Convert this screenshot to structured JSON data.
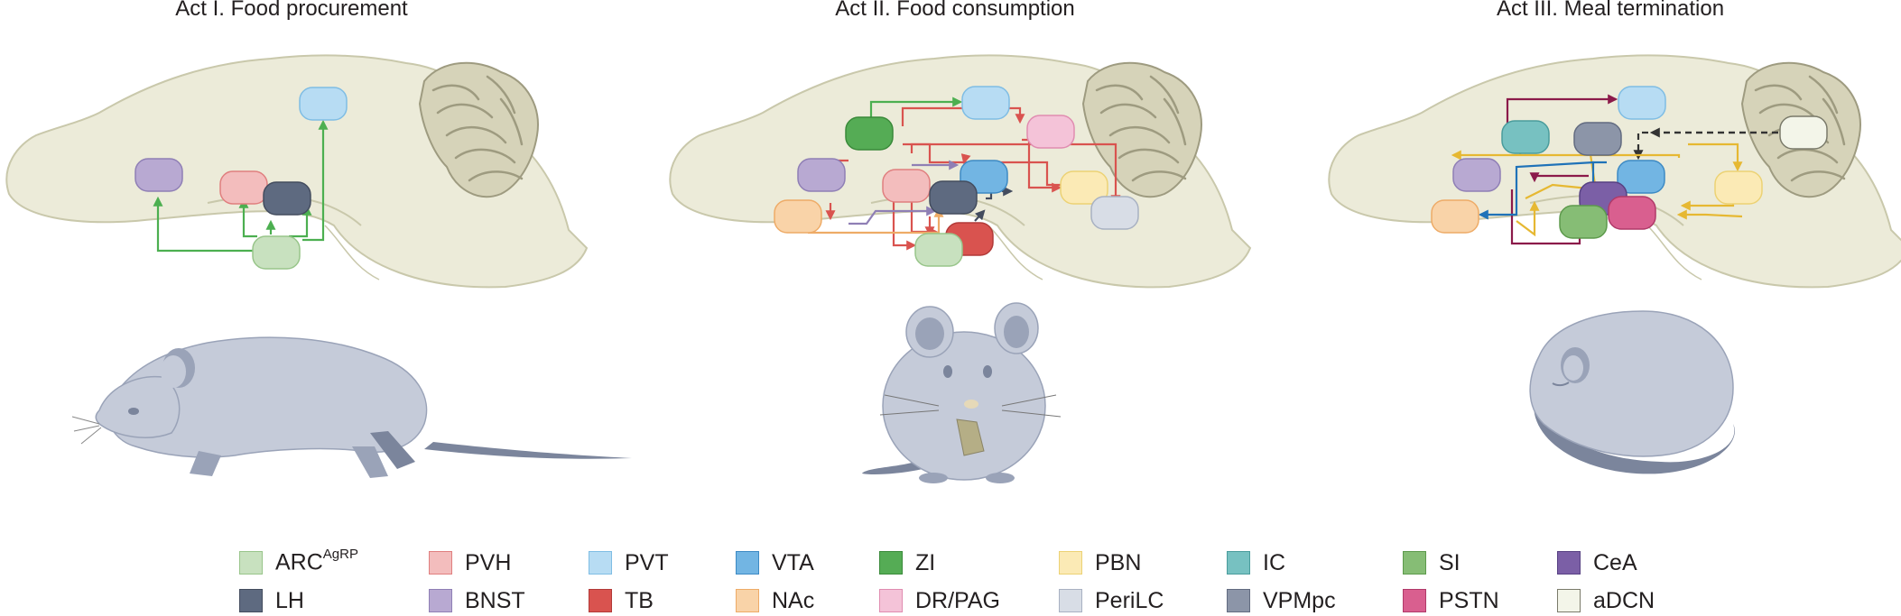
{
  "acts": [
    {
      "id": "act1",
      "title": "Act I. Food procurement"
    },
    {
      "id": "act2",
      "title": "Act II. Food consumption"
    },
    {
      "id": "act3",
      "title": "Act III. Meal termination"
    }
  ],
  "regions": {
    "ARC": {
      "label": "ARC",
      "sup": "AgRP",
      "fill": "#c8e1bf",
      "stroke": "#98c58a"
    },
    "LH": {
      "label": "LH",
      "fill": "#5e6a80",
      "stroke": "#434c5e"
    },
    "PVH": {
      "label": "PVH",
      "fill": "#f3bdbd",
      "stroke": "#e07f7f"
    },
    "BNST": {
      "label": "BNST",
      "fill": "#b8a9d2",
      "stroke": "#8f7fb5"
    },
    "PVT": {
      "label": "PVT",
      "fill": "#b7dcf3",
      "stroke": "#7fbde4"
    },
    "TB": {
      "label": "TB",
      "fill": "#d9534f",
      "stroke": "#b23a38"
    },
    "VTA": {
      "label": "VTA",
      "fill": "#72b5e3",
      "stroke": "#3d8ac4"
    },
    "NAc": {
      "label": "NAc",
      "fill": "#f9d3a8",
      "stroke": "#eeab67"
    },
    "ZI": {
      "label": "ZI",
      "fill": "#55ac55",
      "stroke": "#3a8a3a"
    },
    "DRPAG": {
      "label": "DR/PAG",
      "fill": "#f4c3d8",
      "stroke": "#e08cb0"
    },
    "PBN": {
      "label": "PBN",
      "fill": "#fbeab5",
      "stroke": "#ecd274"
    },
    "PeriLC": {
      "label": "PeriLC",
      "fill": "#d8dde6",
      "stroke": "#a8b1c2"
    },
    "IC": {
      "label": "IC",
      "fill": "#77c1c1",
      "stroke": "#4a9c9c"
    },
    "VPMpc": {
      "label": "VPMpc",
      "fill": "#8c95a8",
      "stroke": "#626b80"
    },
    "SI": {
      "label": "SI",
      "fill": "#86bd75",
      "stroke": "#5d9a4c"
    },
    "PSTN": {
      "label": "PSTN",
      "fill": "#d95f8f",
      "stroke": "#b03a69"
    },
    "CeA": {
      "label": "CeA",
      "fill": "#7b5fa6",
      "stroke": "#574183"
    },
    "aDCN": {
      "label": "aDCN",
      "fill": "#f3f5e9",
      "stroke": "#7a7a6a"
    }
  },
  "legend_order": [
    "ARC",
    "PVH",
    "PVT",
    "VTA",
    "ZI",
    "PBN",
    "IC",
    "SI",
    "CeA",
    "LH",
    "BNST",
    "TB",
    "NAc",
    "DRPAG",
    "PeriLC",
    "VPMpc",
    "PSTN",
    "aDCN"
  ],
  "colors": {
    "brain_fill": "#ecebd9",
    "brain_stroke": "#c9c8ab",
    "cerebellum_fill": "#d6d3b9",
    "cerebellum_stroke": "#9e9b80",
    "mouse_fill": "#c5cbd9",
    "mouse_shade": "#9aa3b8",
    "mouse_dark": "#7b859c",
    "arrow_green": "#4caf50",
    "arrow_red": "#d9534f",
    "arrow_purple": "#8f7fb5",
    "arrow_orange": "#eeab67",
    "arrow_navy": "#434c5e",
    "arrow_yellow": "#e6b832",
    "arrow_blue": "#1f72b8",
    "arrow_maroon": "#8b1a4a",
    "arrow_dash": "#333333"
  }
}
